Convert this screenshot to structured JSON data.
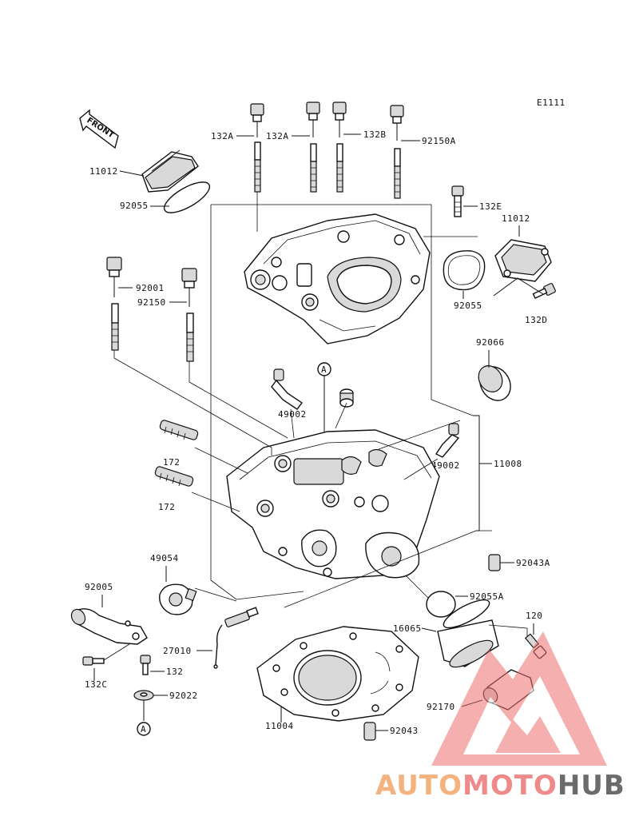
{
  "diagram_code": "E1111",
  "front_label": "FRONT",
  "circle_ref": "A",
  "labels": {
    "b132a_1": "132A",
    "b132a_2": "132A",
    "b132b": "132B",
    "b92150a": "92150A",
    "p11012_top": "11012",
    "p92055_top": "92055",
    "b132e": "132E",
    "p11012_right": "11012",
    "p92055_right": "92055",
    "b132d": "132D",
    "b92001": "92001",
    "b92150": "92150",
    "p92066": "92066",
    "p49002_left": "49002",
    "p49002_right": "49002",
    "p11008": "11008",
    "s172_1": "172",
    "s172_2": "172",
    "p49054": "49054",
    "p92043a": "92043A",
    "p92005": "92005",
    "p92055a": "92055A",
    "p16065": "16065",
    "b120": "120",
    "p27010": "27010",
    "b132": "132",
    "b132c": "132C",
    "p92022": "92022",
    "p92170": "92170",
    "p11004": "11004",
    "p92043": "92043"
  },
  "watermark": {
    "part1": "AUTO",
    "part2": "MOTO",
    "part3": "HUB",
    "color1": "#f3b27e",
    "color2": "#ef8a8a",
    "color3": "#6b6b6b"
  }
}
